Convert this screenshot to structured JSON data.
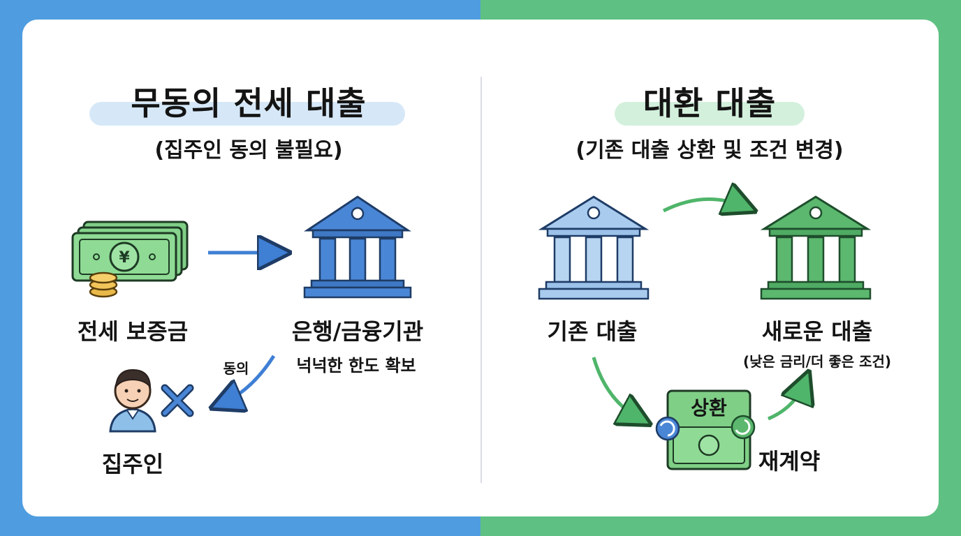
{
  "left": {
    "title": "무동의 전세 대출",
    "subtitle": "(집주인 동의 불필요)",
    "deposit_label": "전세 보증금",
    "bank_label": "은행/금융기관",
    "bank_note": "넉넉한 한도 확보",
    "consent_label": "동의",
    "landlord_label": "집주인",
    "currency_symbol": "¥"
  },
  "right": {
    "title": "대환 대출",
    "subtitle": "(기존 대출 상환 및 조건 변경)",
    "old_loan_label": "기존 대출",
    "new_loan_label": "새로운 대출",
    "new_loan_note": "(낮은 금리/더 좋은 조건)",
    "repay_label": "상환",
    "recontract_label": "재계약"
  },
  "colors": {
    "bg_left": "#4f9de0",
    "bg_right": "#5ec183",
    "blue_bank": "#4a86d6",
    "light_blue_bank": "#a9cbee",
    "green_bank": "#5bb86e",
    "money_green": "#7fcf86",
    "title_highlight_left": "#d6e8f8",
    "title_highlight_right": "#d3f0dc"
  }
}
